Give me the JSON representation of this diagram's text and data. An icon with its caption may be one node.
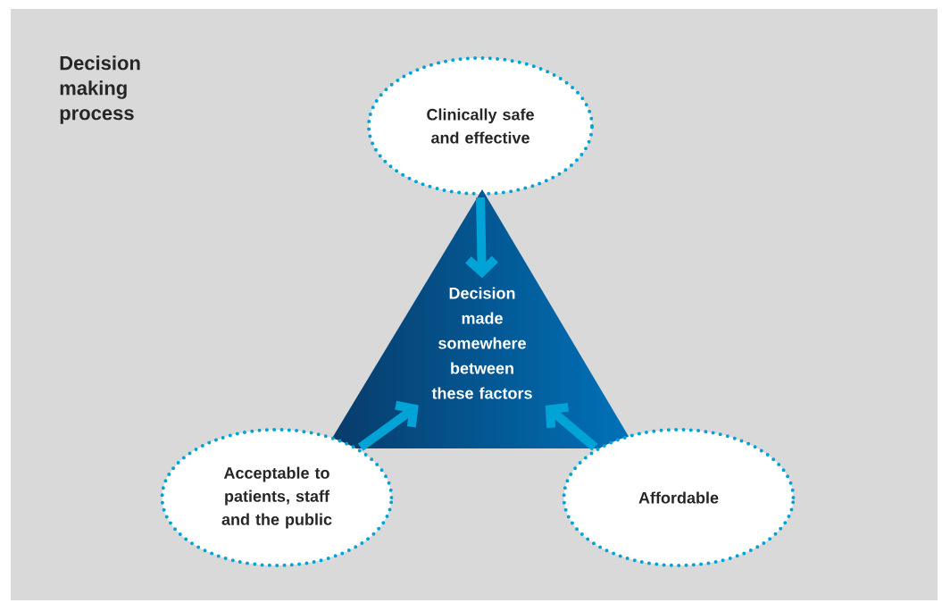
{
  "diagram": {
    "title": "Decision making process",
    "nodes": [
      {
        "text": [
          "Clinically safe and effective"
        ]
      },
      {
        "text": [
          "Decision made somewhere between these factors"
        ]
      },
      {
        "text": [
          "Acceptable to patients, staff and the public"
        ]
      },
      {
        "text": [
          "Affordable"
        ]
      }
    ],
    "edges": [
      {
        "from": 0,
        "to": 1,
        "arrow": "to"
      },
      {
        "from": 2,
        "to": 1,
        "arrow": "to"
      },
      {
        "from": 3,
        "to": 1,
        "arrow": "to"
      }
    ]
  }
}
